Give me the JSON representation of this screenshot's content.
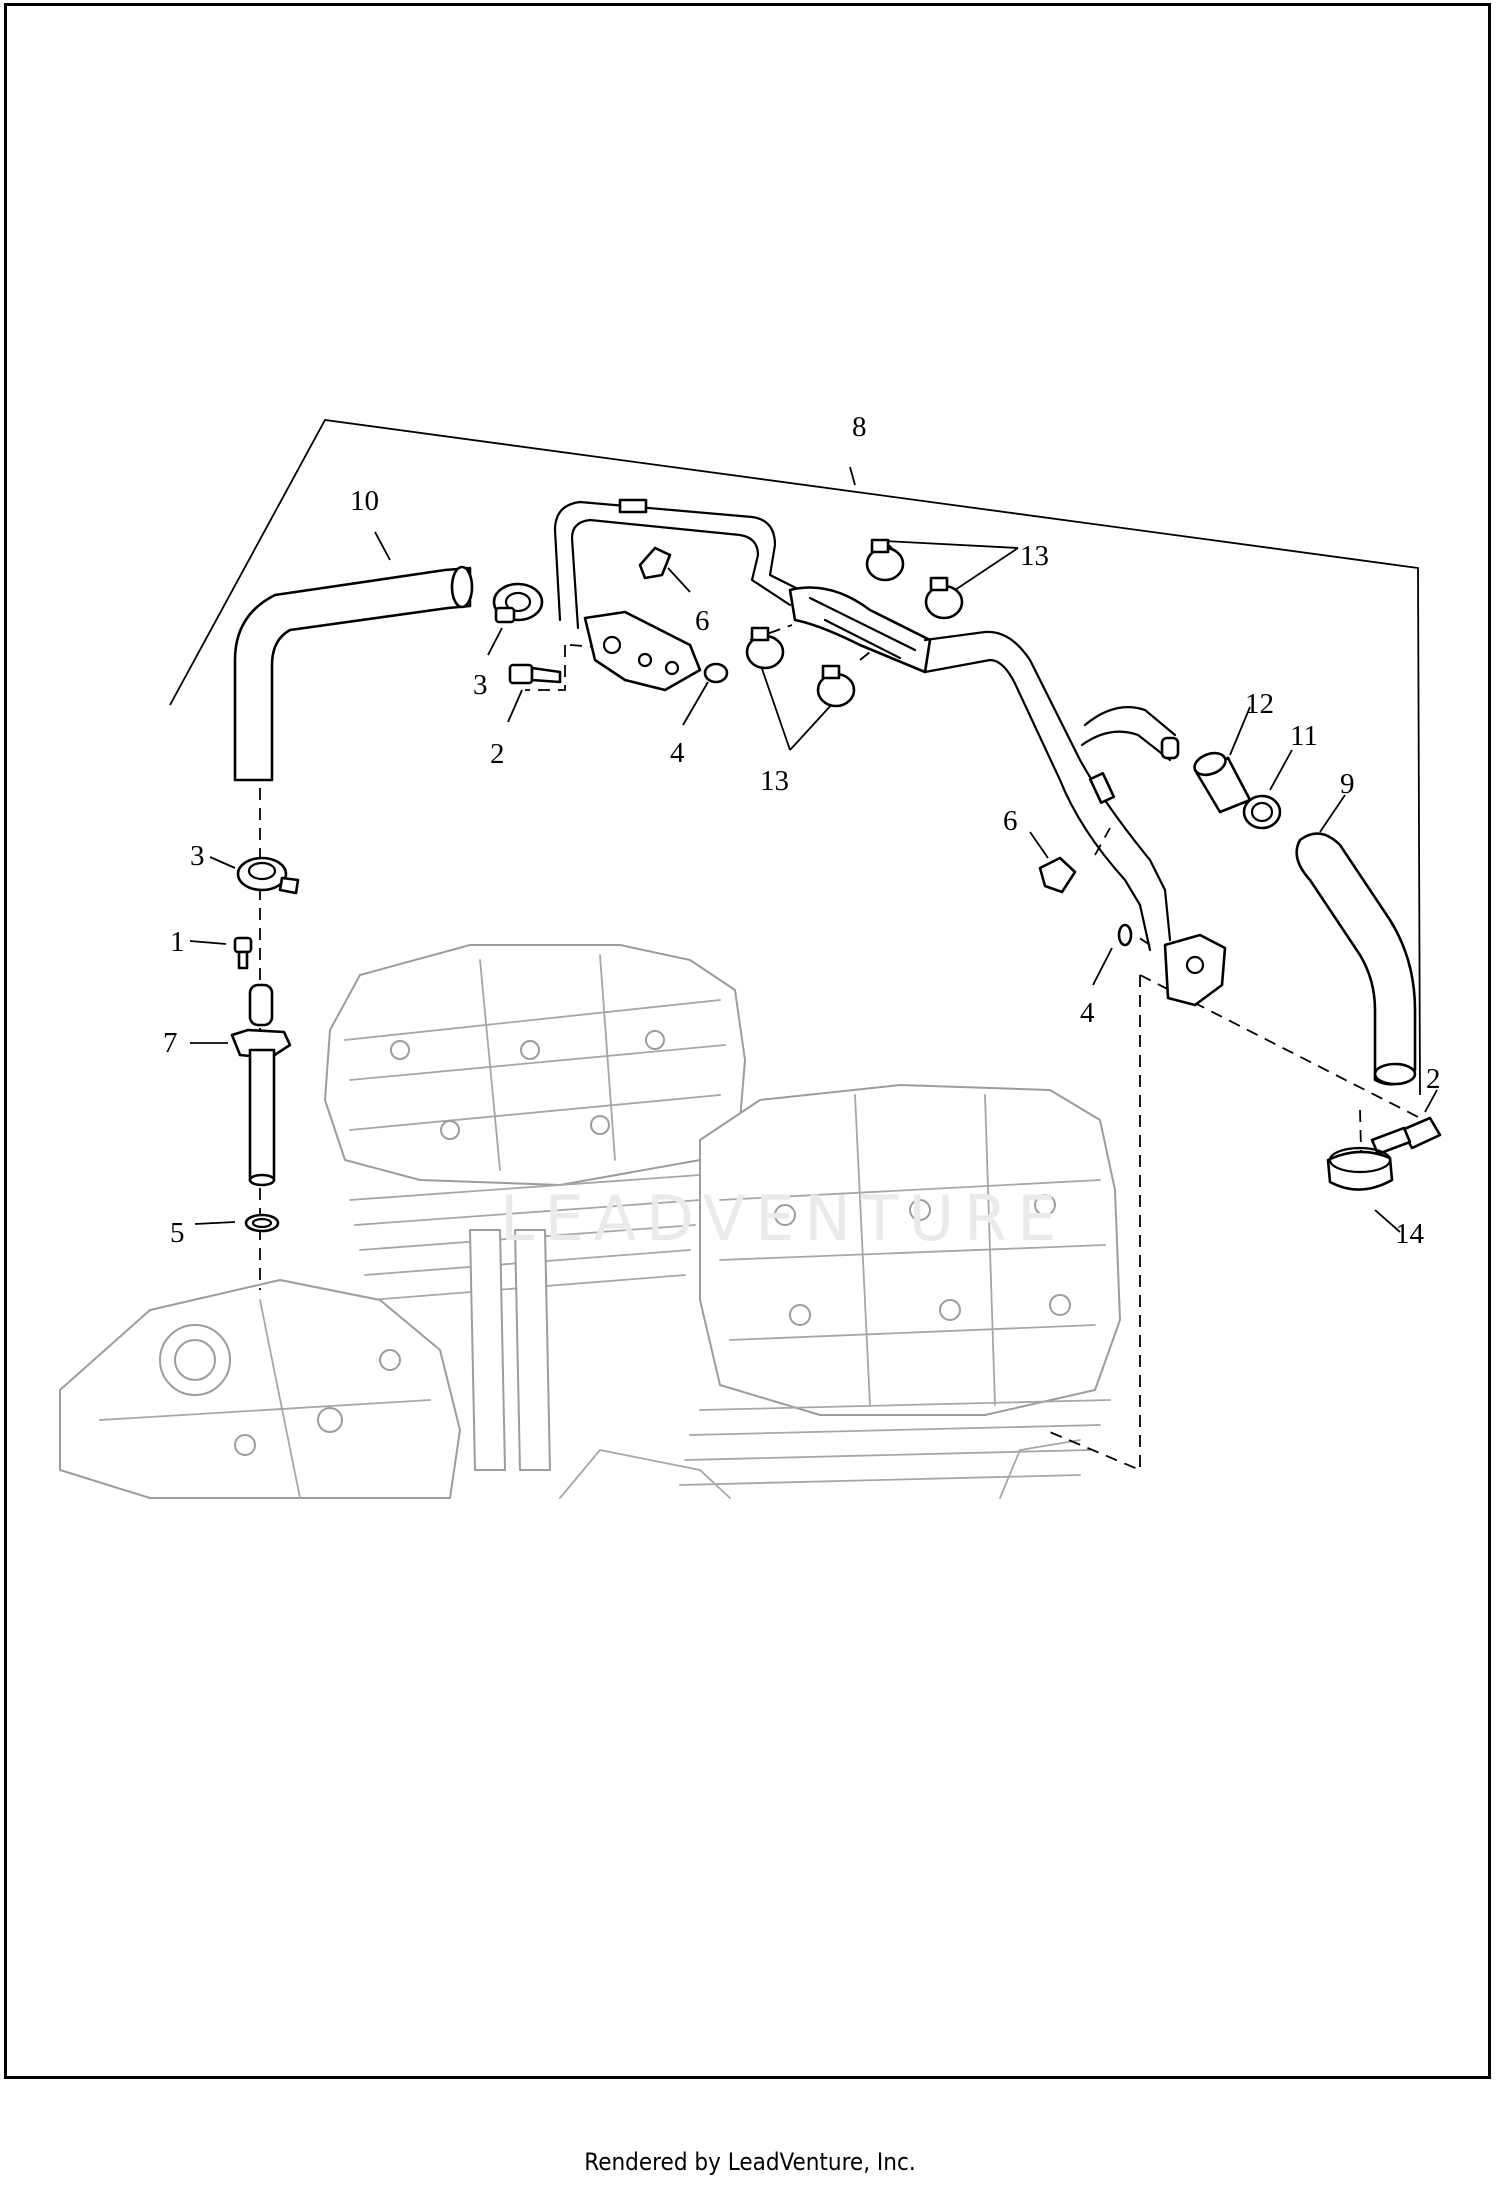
{
  "callouts": {
    "c1": "1",
    "c2a": "2",
    "c2b": "2",
    "c3a": "3",
    "c3b": "3",
    "c4a": "4",
    "c4b": "4",
    "c5": "5",
    "c6a": "6",
    "c6b": "6",
    "c7": "7",
    "c8": "8",
    "c9": "9",
    "c10": "10",
    "c11": "11",
    "c12": "12",
    "c13a": "13",
    "c13b": "13",
    "c14": "14"
  },
  "watermark": "LEADVENTURE",
  "footer": "Rendered by LeadVenture, Inc."
}
